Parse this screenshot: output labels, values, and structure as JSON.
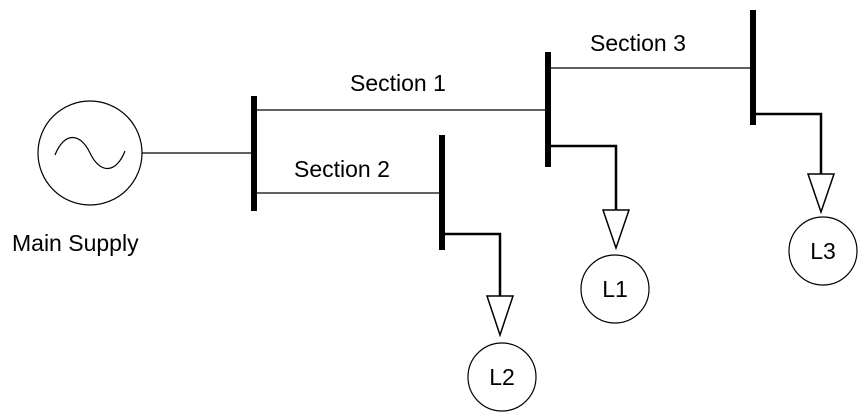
{
  "diagram": {
    "supply_label": "Main Supply",
    "sections": [
      {
        "id": "section-1",
        "label": "Section 1"
      },
      {
        "id": "section-2",
        "label": "Section 2"
      },
      {
        "id": "section-3",
        "label": "Section 3"
      }
    ],
    "loads": [
      {
        "id": "L1",
        "label": "L1"
      },
      {
        "id": "L2",
        "label": "L2"
      },
      {
        "id": "L3",
        "label": "L3"
      }
    ],
    "icons": {
      "generator": "ac-source-icon",
      "load": "load-arrow-icon"
    }
  }
}
